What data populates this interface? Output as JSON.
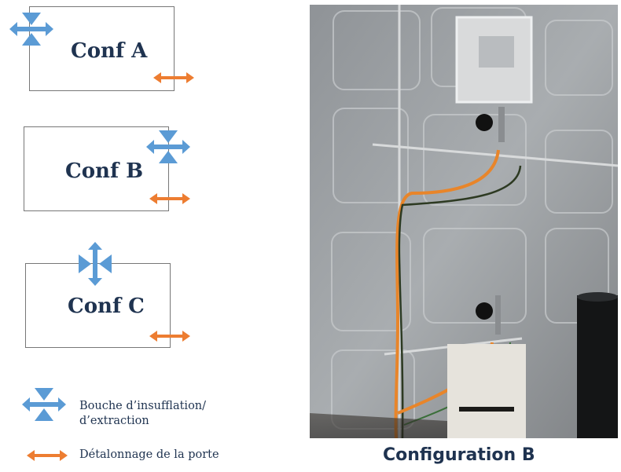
{
  "configs": [
    {
      "label": "Conf A"
    },
    {
      "label": "Conf B"
    },
    {
      "label": "Conf C"
    }
  ],
  "legend": {
    "vent_line1": "Bouche d’insufflation/",
    "vent_line2": "d’extraction",
    "door": "Détalonnage de la porte"
  },
  "photo_caption": "Configuration B",
  "colors": {
    "vent": "#5b9bd5",
    "door": "#ed7d31",
    "text": "#1f3350"
  },
  "icons": [
    "vent-icon",
    "door-gap-icon"
  ]
}
